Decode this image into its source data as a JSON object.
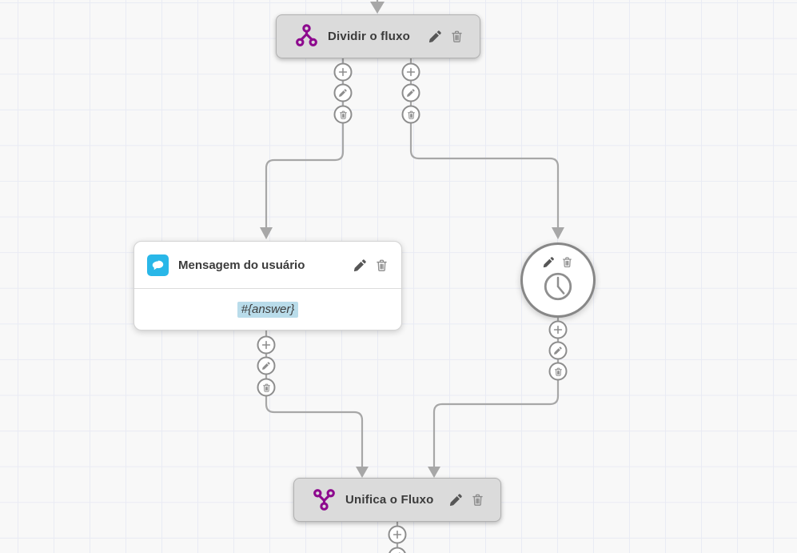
{
  "canvas": {
    "type": "chatbot-flow-builder",
    "colors": {
      "background": "#f8f8f8",
      "grid_line": "#e9ebf4",
      "connector": "#a7a7a7",
      "action_node_bg": "#dbdbdb",
      "action_node_border": "#b1b1b1",
      "card_node_bg": "#ffffff",
      "purple_accent": "#8d0a8e",
      "cyan_accent": "#29b7e8",
      "variable_highlight": "#b9dcea",
      "title_text": "#3b3b3b"
    }
  },
  "nodes": {
    "split": {
      "title": "Dividir o fluxo",
      "icon": "split-flow-icon"
    },
    "user_message": {
      "title": "Mensagem do usuário",
      "icon": "chat-bubble-icon",
      "body": "#{answer}"
    },
    "timer": {
      "icon": "clock-icon"
    },
    "merge": {
      "title": "Unifica o Fluxo",
      "icon": "merge-flow-icon"
    }
  },
  "node_actions": {
    "edit": "edit-pencil-icon",
    "delete": "delete-trash-icon"
  },
  "connector_actions": {
    "add": "add-plus-icon",
    "edit": "edit-pencil-icon",
    "delete": "delete-trash-icon"
  }
}
